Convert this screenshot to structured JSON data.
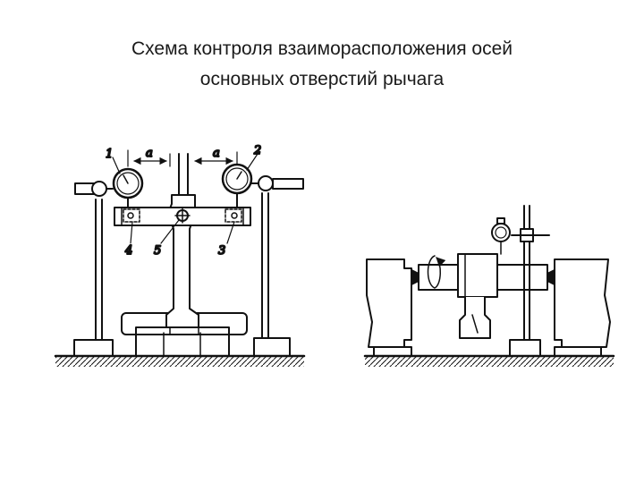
{
  "slide": {
    "title_line1": "Схема контроля взаиморасположения осей",
    "title_line2": "основных отверстий рычага"
  },
  "diagram": {
    "callouts": [
      "1",
      "2",
      "3",
      "4",
      "5"
    ],
    "dimension_label": "a",
    "ink_color": "#111111"
  }
}
